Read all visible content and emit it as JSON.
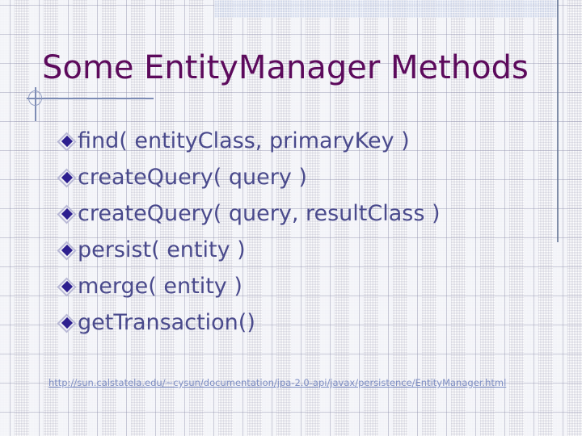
{
  "slide": {
    "title": "Some EntityManager Methods",
    "title_color": "#5C0A5C",
    "body_color": "#4A4A8C",
    "bullet_color": "#2D1F8F",
    "accent_rule_color": "#7D8CB5",
    "band_color": "#C9D3EA",
    "background_color": "#FFFFFF",
    "bullets": [
      {
        "text": "find( entityClass, primaryKey )"
      },
      {
        "text": "createQuery( query )"
      },
      {
        "text": "createQuery( query, resultClass )"
      },
      {
        "text": "persist( entity )"
      },
      {
        "text": "merge( entity )"
      },
      {
        "text": "getTransaction()"
      }
    ],
    "footer": {
      "url": "http://sun.calstatela.edu/~cysun/documentation/jpa-2.0-api/javax/persistence/EntityManager.html",
      "link_color": "#7F8FC4"
    }
  }
}
